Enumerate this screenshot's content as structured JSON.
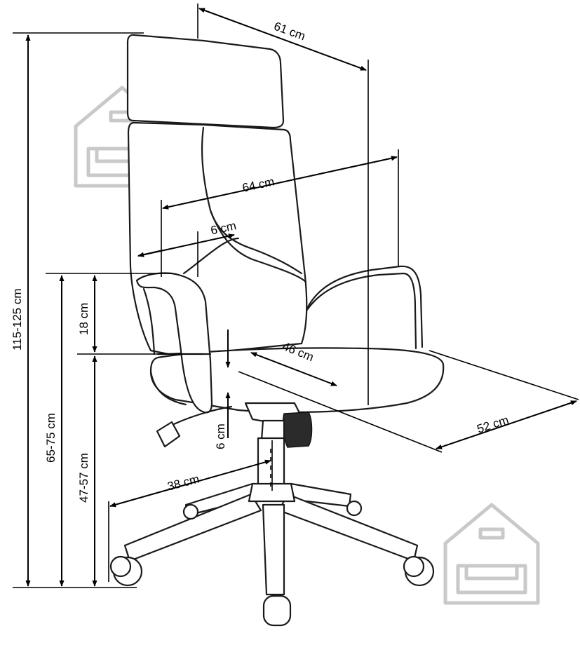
{
  "dimensions": {
    "width_top": "61 cm",
    "armrest_width": "64 cm",
    "armrest_thickness": "6 cm",
    "total_height": "115-125 cm",
    "armrest_height": "65-75 cm",
    "armrest_above_seat": "18 cm",
    "seat_width": "46 cm",
    "seat_height": "47-57 cm",
    "seat_depth": "52 cm",
    "seat_thickness": "6 cm",
    "base_radius": "38 cm"
  },
  "icons": {
    "watermark_top": "house-armchair-icon",
    "watermark_bottom": "house-armchair-icon"
  },
  "colors": {
    "line": "#000000",
    "watermark": "#c9c9c9"
  }
}
